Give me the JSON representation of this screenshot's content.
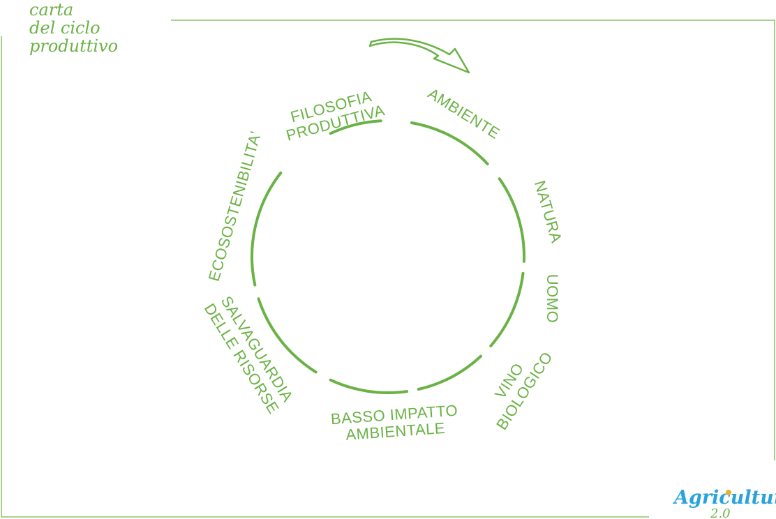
{
  "title": [
    "carta",
    "del ciclo",
    "produttivo"
  ],
  "colors": {
    "green": "#6ab245",
    "frame": "#8cc26a",
    "logo_blue": "#29a3dc",
    "logo_green": "#6ab245",
    "logo_yellow": "#e8b22a"
  },
  "cycle": [
    {
      "lines": [
        "FILOSOFIA",
        "PRODUTTIVA"
      ]
    },
    {
      "lines": [
        "AMBIENTE"
      ]
    },
    {
      "lines": [
        "NATURA"
      ]
    },
    {
      "lines": [
        "UOMO"
      ]
    },
    {
      "lines": [
        "VINO",
        "BIOLOGICO"
      ]
    },
    {
      "lines": [
        "BASSO IMPATTO",
        "AMBIENTALE"
      ]
    },
    {
      "lines": [
        "SALVAGUARDIA",
        "DELLE RISORSE"
      ]
    },
    {
      "lines": [
        "ECOSOSTENIBILITA'"
      ]
    }
  ],
  "logo": {
    "main": "Agricultura",
    "sub": "2.0"
  },
  "icons": {
    "arrow": "curved-arrow-icon"
  }
}
